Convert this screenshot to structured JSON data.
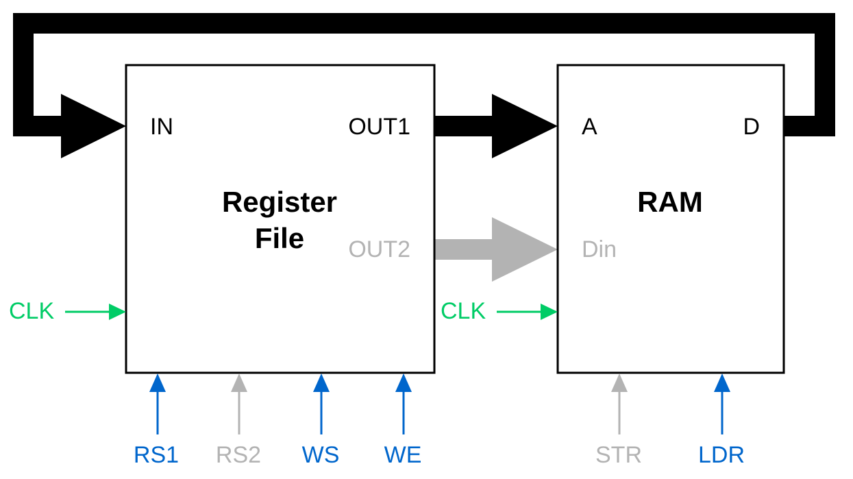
{
  "colors": {
    "black": "#000000",
    "gray": "#b3b3b3",
    "green": "#00cc66",
    "blue": "#0066cc"
  },
  "register_file": {
    "title_line1": "Register",
    "title_line2": "File",
    "port_in": "IN",
    "port_out1": "OUT1",
    "port_out2": "OUT2"
  },
  "ram": {
    "title": "RAM",
    "port_a": "A",
    "port_d": "D",
    "port_din": "Din"
  },
  "signals": {
    "clk_rf": "CLK",
    "clk_ram": "CLK",
    "rs1": "RS1",
    "rs2": "RS2",
    "ws": "WS",
    "we": "WE",
    "str": "STR",
    "ldr": "LDR"
  }
}
